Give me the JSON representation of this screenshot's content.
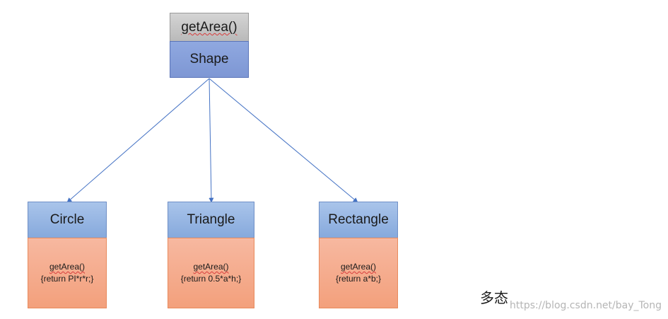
{
  "base": {
    "method": "getArea()",
    "name": "Shape"
  },
  "subclasses": [
    {
      "name": "Circle",
      "method": "getArea()",
      "body": "{return PI*r*r;}"
    },
    {
      "name": "Triangle",
      "method": "getArea()",
      "body": "{return 0.5*a*h;}"
    },
    {
      "name": "Rectangle",
      "method": "getArea()",
      "body": "{return a*b;}"
    }
  ],
  "caption": "多态",
  "watermark": "https://blog.csdn.net/bay_Tong",
  "colors": {
    "arrow": "#4472c4",
    "method_fill": "#c8c8c8",
    "shape_fill": "#8ea5dd",
    "class_fill": "#9bbbe6",
    "body_fill": "#f5ab8b",
    "body_border": "#e88a5c"
  }
}
